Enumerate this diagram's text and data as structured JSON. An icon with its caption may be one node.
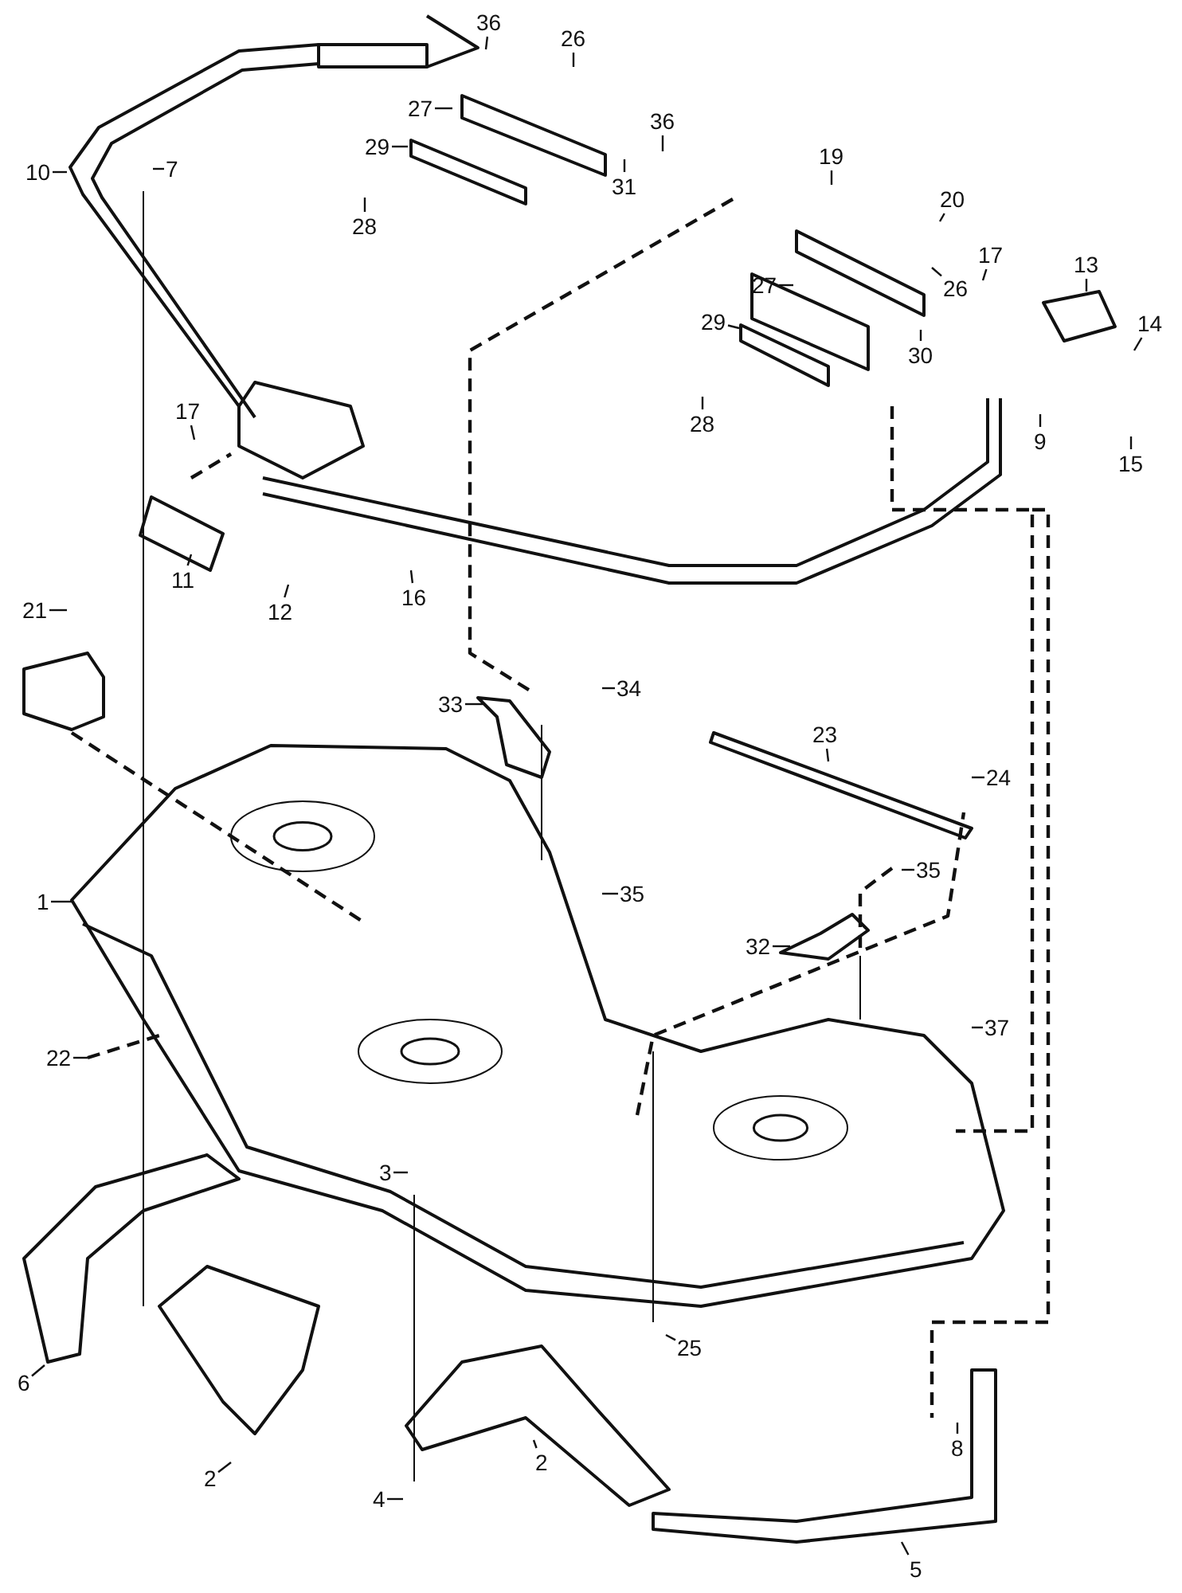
{
  "diagram": {
    "nodes": [
      {
        "text": [
          "36"
        ]
      },
      {
        "text": [
          "26"
        ]
      },
      {
        "text": [
          "36"
        ]
      },
      {
        "text": [
          "27"
        ]
      },
      {
        "text": [
          "31"
        ]
      },
      {
        "text": [
          "10"
        ]
      },
      {
        "text": [
          "7"
        ]
      },
      {
        "text": [
          "29"
        ]
      },
      {
        "text": [
          "28"
        ]
      },
      {
        "text": [
          "19"
        ]
      },
      {
        "text": [
          "20"
        ]
      },
      {
        "text": [
          "17"
        ]
      },
      {
        "text": [
          "13"
        ]
      },
      {
        "text": [
          "26"
        ]
      },
      {
        "text": [
          "27"
        ]
      },
      {
        "text": [
          "30"
        ]
      },
      {
        "text": [
          "29"
        ]
      },
      {
        "text": [
          "14"
        ]
      },
      {
        "text": [
          "28"
        ]
      },
      {
        "text": [
          "9"
        ]
      },
      {
        "text": [
          "15"
        ]
      },
      {
        "text": [
          "17"
        ]
      },
      {
        "text": [
          "11"
        ]
      },
      {
        "text": [
          "12"
        ]
      },
      {
        "text": [
          "16"
        ]
      },
      {
        "text": [
          "21"
        ]
      },
      {
        "text": [
          "33"
        ]
      },
      {
        "text": [
          "34"
        ]
      },
      {
        "text": [
          "23"
        ]
      },
      {
        "text": [
          "24"
        ]
      },
      {
        "text": [
          "1"
        ]
      },
      {
        "text": [
          "35"
        ]
      },
      {
        "text": [
          "35"
        ]
      },
      {
        "text": [
          "32"
        ]
      },
      {
        "text": [
          "22"
        ]
      },
      {
        "text": [
          "37"
        ]
      },
      {
        "text": [
          "3"
        ]
      },
      {
        "text": [
          "25"
        ]
      },
      {
        "text": [
          "6"
        ]
      },
      {
        "text": [
          "2"
        ]
      },
      {
        "text": [
          "2"
        ]
      },
      {
        "text": [
          "4"
        ]
      },
      {
        "text": [
          "8"
        ]
      },
      {
        "text": [
          "5"
        ]
      }
    ],
    "edges": [
      {
        "from": 0,
        "to": null,
        "arrow": "none"
      },
      {
        "from": 1,
        "to": null,
        "arrow": "none"
      },
      {
        "from": 2,
        "to": null,
        "arrow": "none"
      },
      {
        "from": 3,
        "to": null,
        "arrow": "none"
      },
      {
        "from": 4,
        "to": null,
        "arrow": "none"
      },
      {
        "from": 5,
        "to": null,
        "arrow": "none"
      },
      {
        "from": 6,
        "to": null,
        "arrow": "none"
      },
      {
        "from": 7,
        "to": null,
        "arrow": "none"
      },
      {
        "from": 8,
        "to": null,
        "arrow": "none"
      },
      {
        "from": 9,
        "to": null,
        "arrow": "none"
      },
      {
        "from": 10,
        "to": null,
        "arrow": "none"
      },
      {
        "from": 11,
        "to": null,
        "arrow": "none"
      },
      {
        "from": 12,
        "to": null,
        "arrow": "none"
      },
      {
        "from": 13,
        "to": null,
        "arrow": "none"
      },
      {
        "from": 14,
        "to": null,
        "arrow": "none"
      },
      {
        "from": 15,
        "to": null,
        "arrow": "none"
      },
      {
        "from": 16,
        "to": null,
        "arrow": "none"
      },
      {
        "from": 17,
        "to": null,
        "arrow": "none"
      },
      {
        "from": 18,
        "to": null,
        "arrow": "none"
      },
      {
        "from": 19,
        "to": null,
        "arrow": "none"
      },
      {
        "from": 20,
        "to": null,
        "arrow": "none"
      },
      {
        "from": 21,
        "to": null,
        "arrow": "none"
      },
      {
        "from": 22,
        "to": null,
        "arrow": "none"
      },
      {
        "from": 23,
        "to": null,
        "arrow": "none"
      },
      {
        "from": 24,
        "to": null,
        "arrow": "none"
      },
      {
        "from": 25,
        "to": null,
        "arrow": "none"
      },
      {
        "from": 26,
        "to": null,
        "arrow": "none"
      },
      {
        "from": 27,
        "to": null,
        "arrow": "none"
      },
      {
        "from": 28,
        "to": null,
        "arrow": "none"
      },
      {
        "from": 29,
        "to": null,
        "arrow": "none"
      },
      {
        "from": 30,
        "to": null,
        "arrow": "none"
      },
      {
        "from": 31,
        "to": null,
        "arrow": "none"
      },
      {
        "from": 32,
        "to": null,
        "arrow": "none"
      },
      {
        "from": 33,
        "to": null,
        "arrow": "none"
      },
      {
        "from": 34,
        "to": null,
        "arrow": "none"
      },
      {
        "from": 35,
        "to": null,
        "arrow": "none"
      },
      {
        "from": 36,
        "to": null,
        "arrow": "none"
      },
      {
        "from": 37,
        "to": null,
        "arrow": "none"
      },
      {
        "from": 38,
        "to": null,
        "arrow": "none"
      },
      {
        "from": 39,
        "to": null,
        "arrow": "none"
      },
      {
        "from": 40,
        "to": null,
        "arrow": "none"
      },
      {
        "from": 41,
        "to": null,
        "arrow": "none"
      },
      {
        "from": 42,
        "to": null,
        "arrow": "none"
      },
      {
        "from": 43,
        "to": null,
        "arrow": "none"
      }
    ]
  }
}
